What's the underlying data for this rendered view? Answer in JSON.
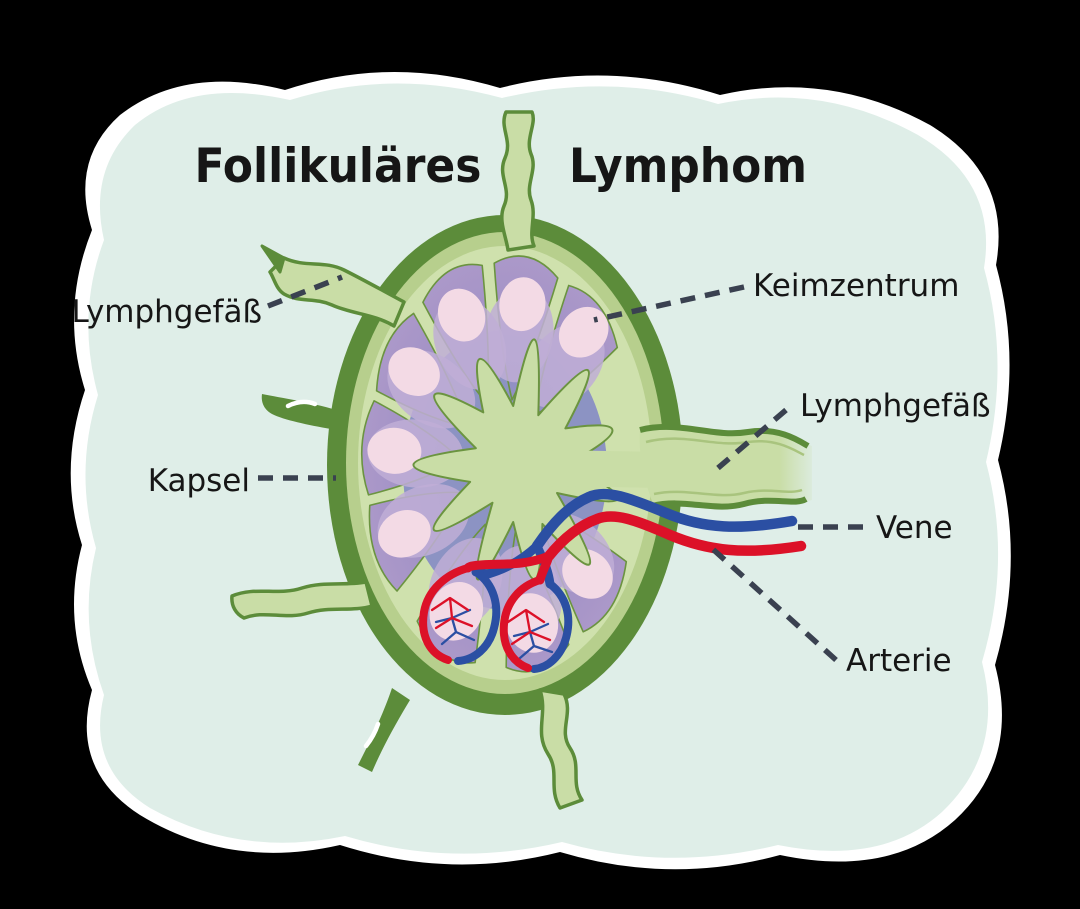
{
  "title": {
    "left_word": "Follikuläres",
    "right_word": "Lymphom"
  },
  "labels": {
    "lymph_vessel_left": "Lymphgefäß",
    "capsule": "Kapsel",
    "germinal_center": "Keimzentrum",
    "lymph_vessel_right": "Lymphgefäß",
    "vein": "Vene",
    "artery": "Arterie"
  },
  "colors": {
    "background": "#000000",
    "paper": "#dfeee8",
    "paper_fringe": "#ffffff",
    "text": "#161616",
    "leader_line": "#3a4150",
    "capsule_green": "#5c8c3a",
    "cortex_green": "#b7cf8d",
    "sinus_green": "#cfe1ad",
    "trabecula_green": "#c9dda6",
    "vessel_border_green": "#5c8c3a",
    "vessel_stripe_green": "#a9c47e",
    "follicle_outer_purple": "#ab96c8",
    "follicle_mid_purple": "#bfaed6",
    "follicle_inner_blue": "#8c93c3",
    "follicle_outline": "#6b9440",
    "germinal_center_pink": "#f3dae5",
    "vein_blue": "#2b4fa3",
    "artery_red": "#dc1128"
  }
}
